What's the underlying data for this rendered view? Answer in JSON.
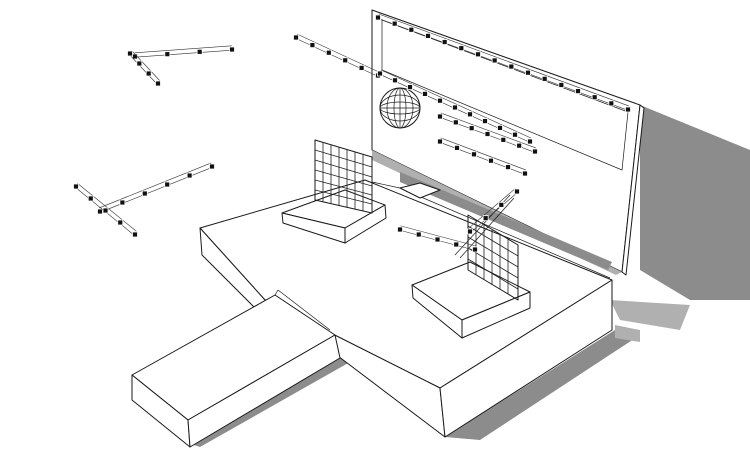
{
  "scene": {
    "background_color": "#ffffff",
    "line_color": "#1a1a1a",
    "shadow_color": "#8c8c8c",
    "objects": [
      "stage-platform",
      "ramp",
      "backdrop-wall",
      "mirror-ball",
      "lighting-grid-left",
      "lighting-grid-right",
      "hanging-truss-left-upper",
      "hanging-truss-left-lower",
      "hanging-truss-top",
      "lighting-truss-on-wall",
      "lighting-truss-center"
    ]
  }
}
